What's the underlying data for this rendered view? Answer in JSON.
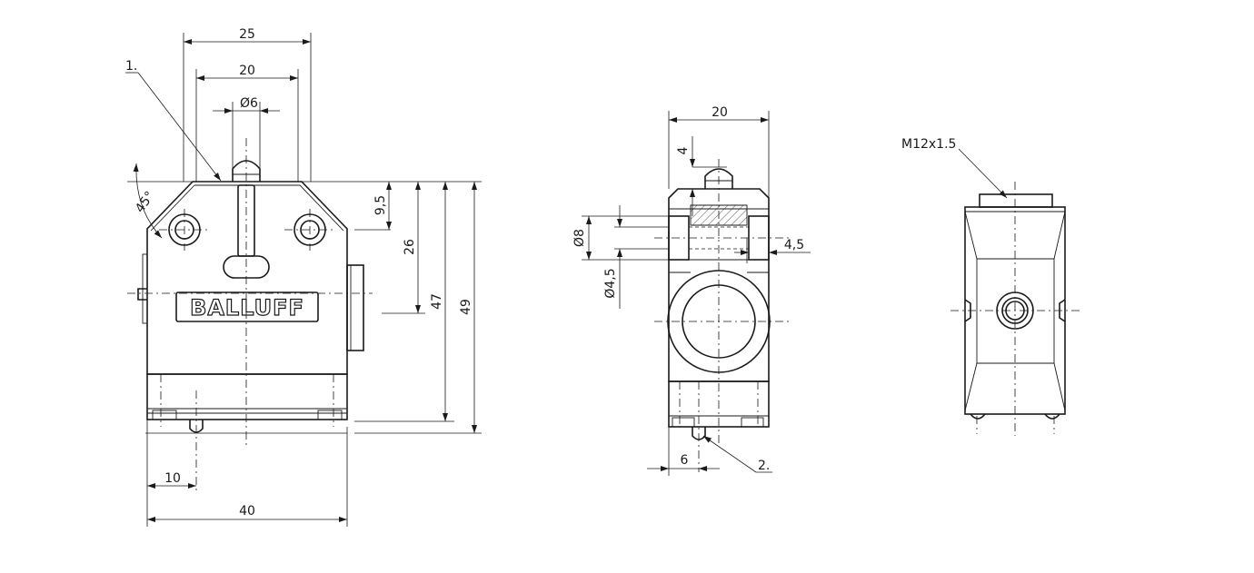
{
  "brand": {
    "logo_text": "BALLUFF"
  },
  "front_view": {
    "dims": {
      "width_top": "25",
      "width_inner": "20",
      "plunger_dia": "Ø6",
      "height_top": "9,5",
      "height_mid": "26",
      "height_47": "47",
      "height_49": "49",
      "bottom_offset": "10",
      "width_total": "40",
      "angle": "45°"
    },
    "callout": "1."
  },
  "side_view": {
    "dims": {
      "width": "20",
      "plunger_height": "4",
      "hole_dia_8": "Ø8",
      "hole_dia_45": "Ø4,5",
      "hole_depth": "4,5",
      "offset_6": "6"
    },
    "callout": "2."
  },
  "end_view": {
    "thread": "M12x1.5"
  }
}
